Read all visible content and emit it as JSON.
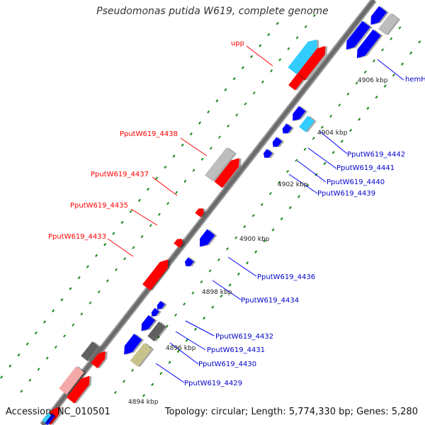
{
  "title": "Pseudomonas putida W619, complete genome",
  "accession": "Accession: NC_010501",
  "summary": "Topology: circular; Length: 5,774,330 bp; Genes: 5,280",
  "colors": {
    "forward": "#ff0000",
    "reverse": "#0000ff",
    "cyan": "#33ccff",
    "grey": "#bdbdbd",
    "dark": "#606060",
    "olive": "#c8c28c",
    "pink": "#f4a8a8",
    "tick": "#1e8b1e",
    "backbone": "#888888"
  },
  "scale_labels": [
    "4894 kbp",
    "4896 kbp",
    "4898 kbp",
    "4900 kbp",
    "4902 kbp",
    "4904 kbp",
    "4906 kbp"
  ],
  "gene_labels_forward": [
    "upp",
    "PputW619_4438",
    "PputW619_4437",
    "PputW619_4435",
    "PputW619_4433"
  ],
  "gene_labels_reverse": [
    "hemH",
    "PputW619_4442",
    "PputW619_4441",
    "PputW619_4440",
    "PputW619_4439",
    "PputW619_4436",
    "PputW619_4434",
    "PputW619_4432",
    "PputW619_4431",
    "PputW619_4430",
    "PputW619_4429"
  ]
}
